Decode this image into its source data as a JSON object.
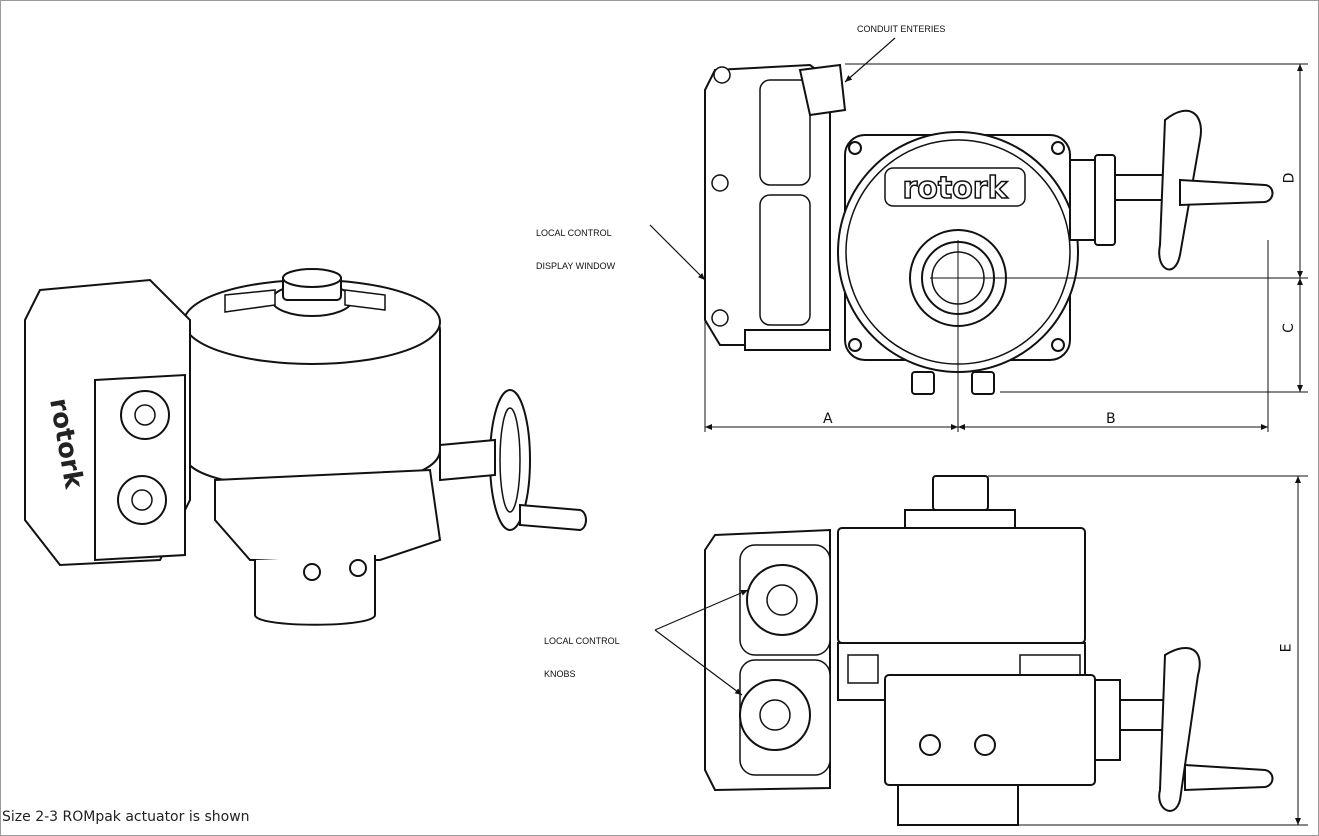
{
  "callouts": {
    "conduit_entries": "CONDUIT ENTERIES",
    "display_window_line1": "LOCAL CONTROL",
    "display_window_line2": "DISPLAY WINDOW",
    "knobs_line1": "LOCAL CONTROL",
    "knobs_line2": "KNOBS"
  },
  "logo_text": "rotork",
  "dimensions": {
    "a": "A",
    "b": "B",
    "c": "C",
    "d": "D",
    "e": "E"
  },
  "caption": "Size 2-3 ROMpak actuator is shown",
  "colors": {
    "line": "#111111",
    "fill": "#ffffff",
    "frame": "#9a9a9a"
  }
}
